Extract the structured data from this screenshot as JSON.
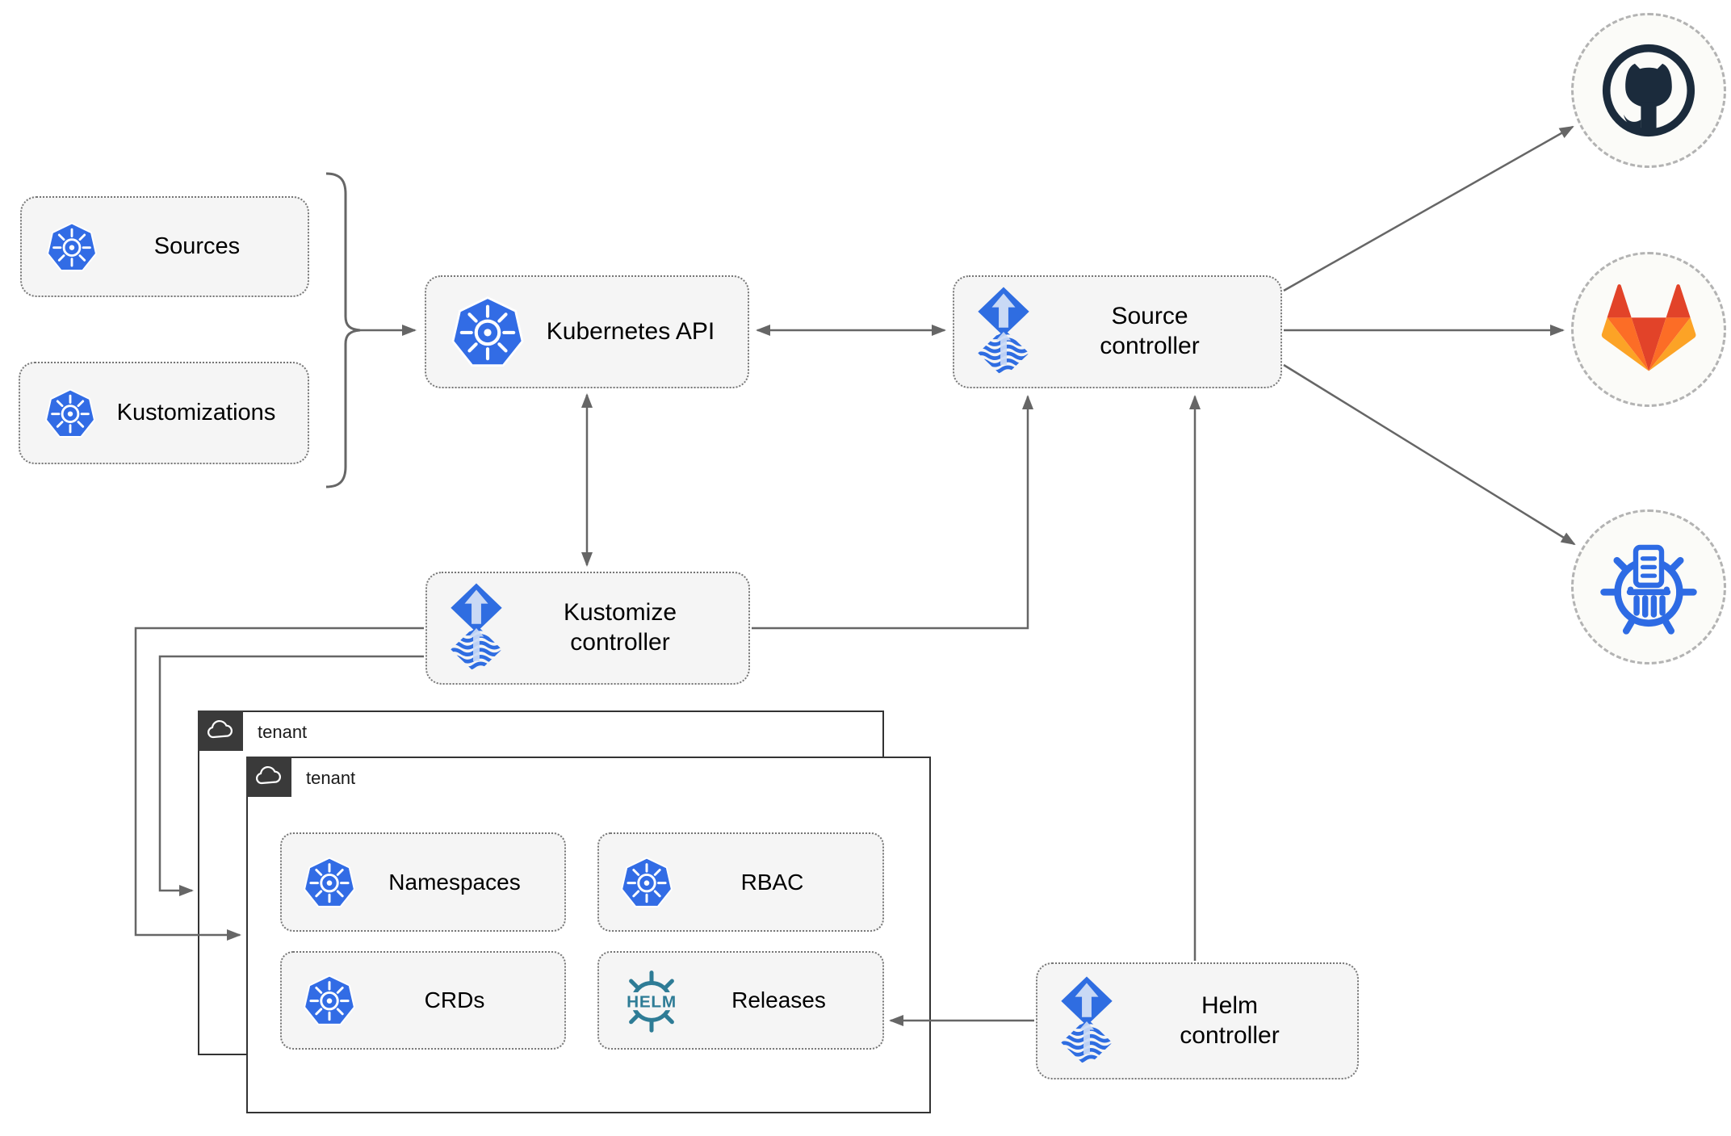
{
  "colors": {
    "kubernetes_blue": "#326ce5",
    "flux_blue": "#2f6de1",
    "flux_arrow_light": "#c9d9f5",
    "helm_teal": "#2e7c96",
    "github_dark": "#1b2b3c",
    "gitlab_red_orange": "#e24329",
    "gitlab_orange": "#fc6d26",
    "gitlab_yellow_orange": "#fca326",
    "registry_blue": "#2e6be4",
    "connector_gray": "#666666",
    "node_fill": "#f5f5f5",
    "tenant_border": "#333333"
  },
  "nodes": {
    "sources": {
      "label": "Sources"
    },
    "kustomizations": {
      "label": "Kustomizations"
    },
    "kubernetes_api": {
      "label": "Kubernetes API"
    },
    "source_controller": {
      "line1": "Source",
      "line2": "controller"
    },
    "kustomize_controller": {
      "line1": "Kustomize",
      "line2": "controller"
    },
    "helm_controller": {
      "line1": "Helm",
      "line2": "controller"
    }
  },
  "tenants": {
    "outer": {
      "label": "tenant"
    },
    "inner": {
      "label": "tenant"
    }
  },
  "tenant_resources": {
    "namespaces": {
      "label": "Namespaces"
    },
    "rbac": {
      "label": "RBAC"
    },
    "crds": {
      "label": "CRDs"
    },
    "releases": {
      "label": "Releases"
    }
  },
  "logos": {
    "helm_wordmark": "HELM"
  },
  "external_targets": [
    {
      "name": "github"
    },
    {
      "name": "gitlab"
    },
    {
      "name": "container-registry"
    }
  ]
}
